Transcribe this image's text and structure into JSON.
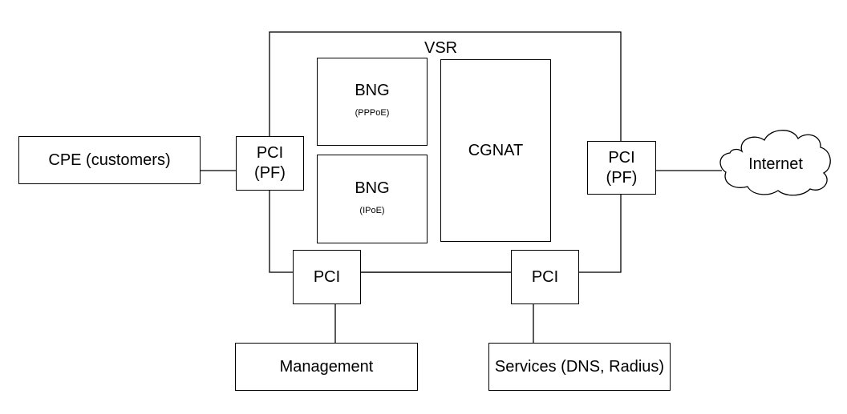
{
  "diagram": {
    "container_label": "VSR",
    "nodes": {
      "cpe": {
        "label": "CPE (customers)"
      },
      "pci_left": {
        "label_line1": "PCI",
        "label_line2": "(PF)"
      },
      "bng_pppoe": {
        "label": "BNG",
        "sublabel": "(PPPoE)"
      },
      "bng_ipoe": {
        "label": "BNG",
        "sublabel": "(IPoE)"
      },
      "cgnat": {
        "label": "CGNAT"
      },
      "pci_right": {
        "label_line1": "PCI",
        "label_line2": "(PF)"
      },
      "internet": {
        "label": "Internet"
      },
      "pci_bottom_left": {
        "label": "PCI"
      },
      "pci_bottom_right": {
        "label": "PCI"
      },
      "management": {
        "label": "Management"
      },
      "services": {
        "label": "Services (DNS, Radius)"
      }
    },
    "edges": [
      {
        "from": "cpe",
        "to": "pci_left"
      },
      {
        "from": "pci_left",
        "to": "pci_bottom_left"
      },
      {
        "from": "pci_bottom_left",
        "to": "pci_bottom_right"
      },
      {
        "from": "pci_bottom_right",
        "to": "pci_right"
      },
      {
        "from": "pci_right",
        "to": "internet"
      },
      {
        "from": "pci_bottom_left",
        "to": "management"
      },
      {
        "from": "pci_bottom_right",
        "to": "services"
      }
    ],
    "colors": {
      "stroke": "#000000",
      "fill": "#ffffff",
      "text": "#000000"
    },
    "icons": {
      "internet": "cloud-icon"
    }
  }
}
